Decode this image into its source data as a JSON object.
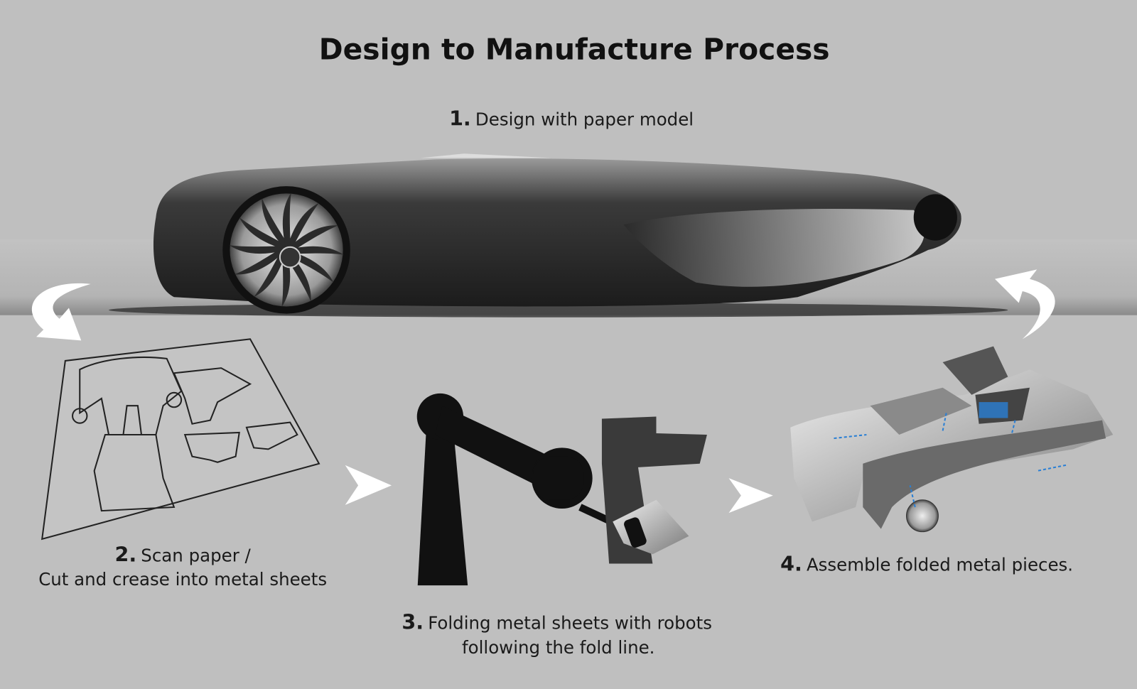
{
  "title": "Design to Manufacture Process",
  "steps": [
    {
      "number": "1.",
      "text": "Design with paper model"
    },
    {
      "number": "2.",
      "text": "Scan paper /",
      "text2": "Cut and crease into metal sheets"
    },
    {
      "number": "3.",
      "text": "Folding metal sheets with robots",
      "text2": "following the fold line."
    },
    {
      "number": "4.",
      "text": "Assemble folded metal pieces."
    }
  ],
  "colors": {
    "background": "#bfbfbf",
    "robot": "#111111",
    "sheet": "#3a3a3a",
    "accent_arrow": "#2a7fd4"
  }
}
